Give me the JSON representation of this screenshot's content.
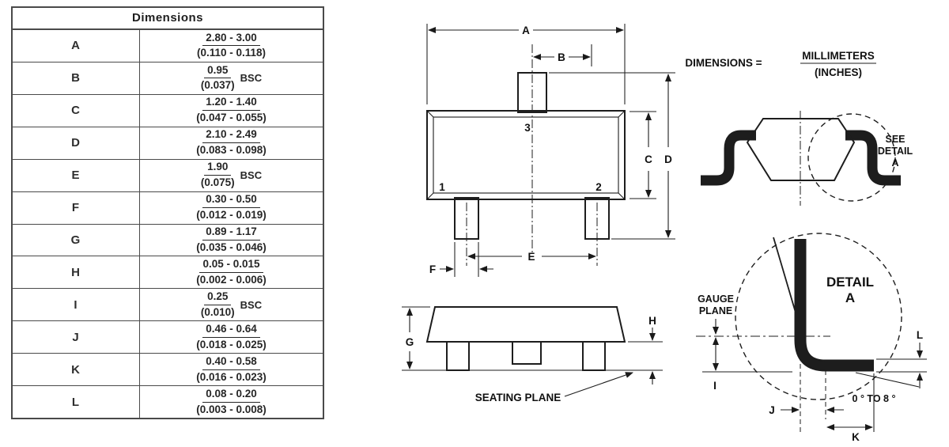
{
  "table": {
    "title": "Dimensions",
    "rows": [
      {
        "letter": "A",
        "mm": "2.80 - 3.00",
        "inches": "(0.110 - 0.118)",
        "suffix": ""
      },
      {
        "letter": "B",
        "mm": "0.95",
        "inches": "(0.037)",
        "suffix": "BSC"
      },
      {
        "letter": "C",
        "mm": "1.20 - 1.40",
        "inches": "(0.047 - 0.055)",
        "suffix": ""
      },
      {
        "letter": "D",
        "mm": "2.10 - 2.49",
        "inches": "(0.083 - 0.098)",
        "suffix": ""
      },
      {
        "letter": "E",
        "mm": "1.90",
        "inches": "(0.075)",
        "suffix": "BSC"
      },
      {
        "letter": "F",
        "mm": "0.30 - 0.50",
        "inches": "(0.012 - 0.019)",
        "suffix": ""
      },
      {
        "letter": "G",
        "mm": "0.89 - 1.17",
        "inches": "(0.035 - 0.046)",
        "suffix": ""
      },
      {
        "letter": "H",
        "mm": "0.05 - 0.015",
        "inches": "(0.002 - 0.006)",
        "suffix": ""
      },
      {
        "letter": "I",
        "mm": "0.25",
        "inches": "(0.010)",
        "suffix": "BSC"
      },
      {
        "letter": "J",
        "mm": "0.46 - 0.64",
        "inches": "(0.018 - 0.025)",
        "suffix": ""
      },
      {
        "letter": "K",
        "mm": "0.40 - 0.58",
        "inches": "(0.016 - 0.023)",
        "suffix": ""
      },
      {
        "letter": "L",
        "mm": "0.08 - 0.20",
        "inches": "(0.003 - 0.008)",
        "suffix": ""
      }
    ]
  },
  "units": {
    "prefix": "DIMENSIONS =",
    "numerator": "MILLIMETERS",
    "denominator": "(INCHES)"
  },
  "top_view": {
    "dims": {
      "a": "A",
      "b": "B",
      "c": "C",
      "d": "D",
      "e": "E",
      "f": "F"
    },
    "pins": {
      "p1": "1",
      "p2": "2",
      "p3": "3"
    }
  },
  "side_view": {
    "g": "G",
    "h": "H",
    "seating_plane": "SEATING PLANE"
  },
  "end_view": {
    "see": "SEE",
    "detail": "DETAIL",
    "a": "A"
  },
  "detail_view": {
    "gauge_line1": "GAUGE",
    "gauge_line2": "PLANE",
    "title_line1": "DETAIL",
    "title_line2": "A",
    "l": "L",
    "i": "I",
    "j": "J",
    "k": "K",
    "angle": "0 ° TO 8 °"
  }
}
